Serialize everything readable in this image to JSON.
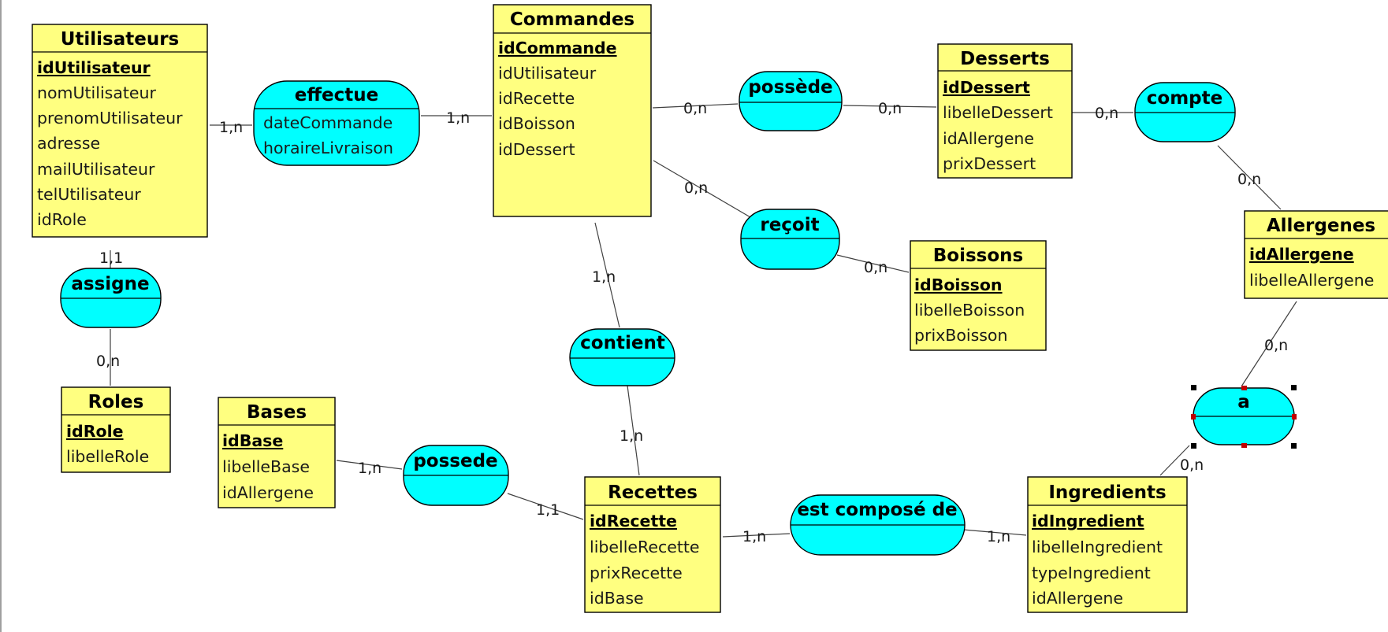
{
  "entities": {
    "utilisateurs": {
      "name": "Utilisateurs",
      "key": "idUtilisateur",
      "attributes": [
        "nomUtilisateur",
        "prenomUtilisateur",
        "adresse",
        "mailUtilisateur",
        "telUtilisateur",
        "idRole"
      ]
    },
    "commandes": {
      "name": "Commandes",
      "key": "idCommande",
      "attributes": [
        "idUtilisateur",
        "idRecette",
        "idBoisson",
        "idDessert"
      ]
    },
    "desserts": {
      "name": "Desserts",
      "key": "idDessert",
      "attributes": [
        "libelleDessert",
        "idAllergene",
        "prixDessert"
      ]
    },
    "allergenes": {
      "name": "Allergenes",
      "key": "idAllergene",
      "attributes": [
        "libelleAllergene"
      ]
    },
    "boissons": {
      "name": "Boissons",
      "key": "idBoisson",
      "attributes": [
        "libelleBoisson",
        "prixBoisson"
      ]
    },
    "roles": {
      "name": "Roles",
      "key": "idRole",
      "attributes": [
        "libelleRole"
      ]
    },
    "bases": {
      "name": "Bases",
      "key": "idBase",
      "attributes": [
        "libelleBase",
        "idAllergene"
      ]
    },
    "recettes": {
      "name": "Recettes",
      "key": "idRecette",
      "attributes": [
        "libelleRecette",
        "prixRecette",
        "idBase"
      ]
    },
    "ingredients": {
      "name": "Ingredients",
      "key": "idIngredient",
      "attributes": [
        "libelleIngredient",
        "typeIngredient",
        "idAllergene"
      ]
    }
  },
  "associations": {
    "effectue": {
      "name": "effectue",
      "attributes": [
        "dateCommande",
        "horaireLivraison"
      ]
    },
    "possede_dessert": {
      "name": "possède",
      "attributes": []
    },
    "compte": {
      "name": "compte",
      "attributes": []
    },
    "recoit": {
      "name": "reçoit",
      "attributes": []
    },
    "assigne": {
      "name": "assigne",
      "attributes": []
    },
    "contient": {
      "name": "contient",
      "attributes": []
    },
    "possede_base": {
      "name": "possede",
      "attributes": []
    },
    "compose": {
      "name": "est composé de",
      "attributes": []
    },
    "a": {
      "name": "a",
      "attributes": [],
      "selected": true
    }
  },
  "cardinalities": {
    "utilisateurs_effectue": "1,n",
    "effectue_commandes": "1,n",
    "commandes_possede": "0,n",
    "possede_desserts": "0,n",
    "desserts_compte": "0,n",
    "compte_allergenes": "0,n",
    "commandes_recoit": "0,n",
    "recoit_boissons": "0,n",
    "utilisateurs_assigne": "1,1",
    "assigne_roles": "0,n",
    "commandes_contient": "1,n",
    "contient_recettes": "1,n",
    "bases_possede": "1,n",
    "possede_recettes": "1,1",
    "recettes_compose": "1,n",
    "compose_ingredients": "1,n",
    "allergenes_a": "0,n",
    "a_ingredients": "0,n"
  },
  "colors": {
    "entity_fill": "#ffff80",
    "association_fill": "#00ffff",
    "stroke": "#000000"
  }
}
